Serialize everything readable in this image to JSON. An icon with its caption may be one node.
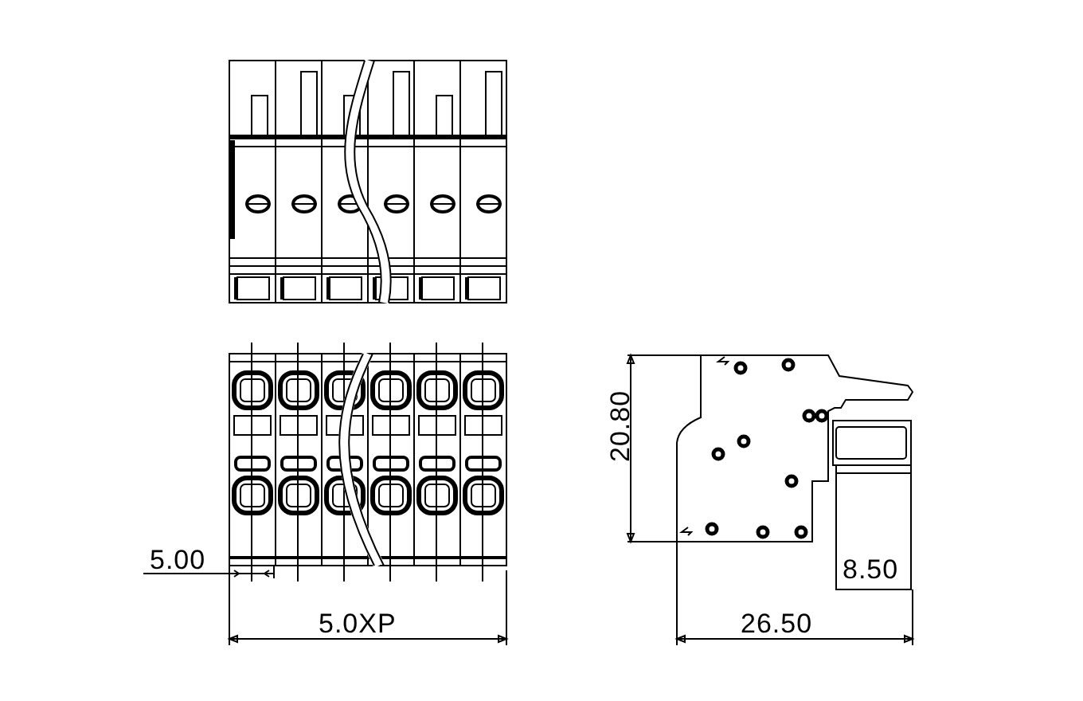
{
  "diagram": {
    "labels": [
      "20.80",
      "5.00",
      "8.50",
      "5.0XP",
      "26.50"
    ]
  }
}
